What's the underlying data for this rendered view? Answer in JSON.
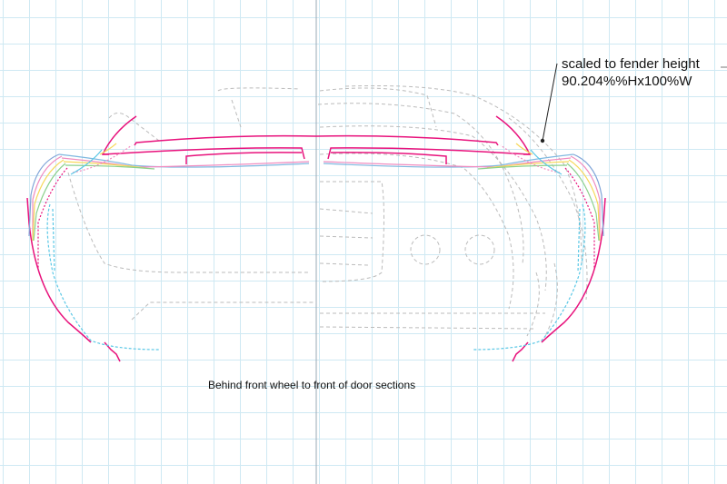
{
  "annotation": {
    "line1": "scaled to fender height",
    "line2": "90.204%%Hx100%W"
  },
  "caption": "Behind front wheel to front of door sections",
  "colors": {
    "accent": "#e8127c",
    "cyan": "#5bc8e6",
    "grid": "#cfe9f3",
    "dashed": "#b8b8b8"
  }
}
